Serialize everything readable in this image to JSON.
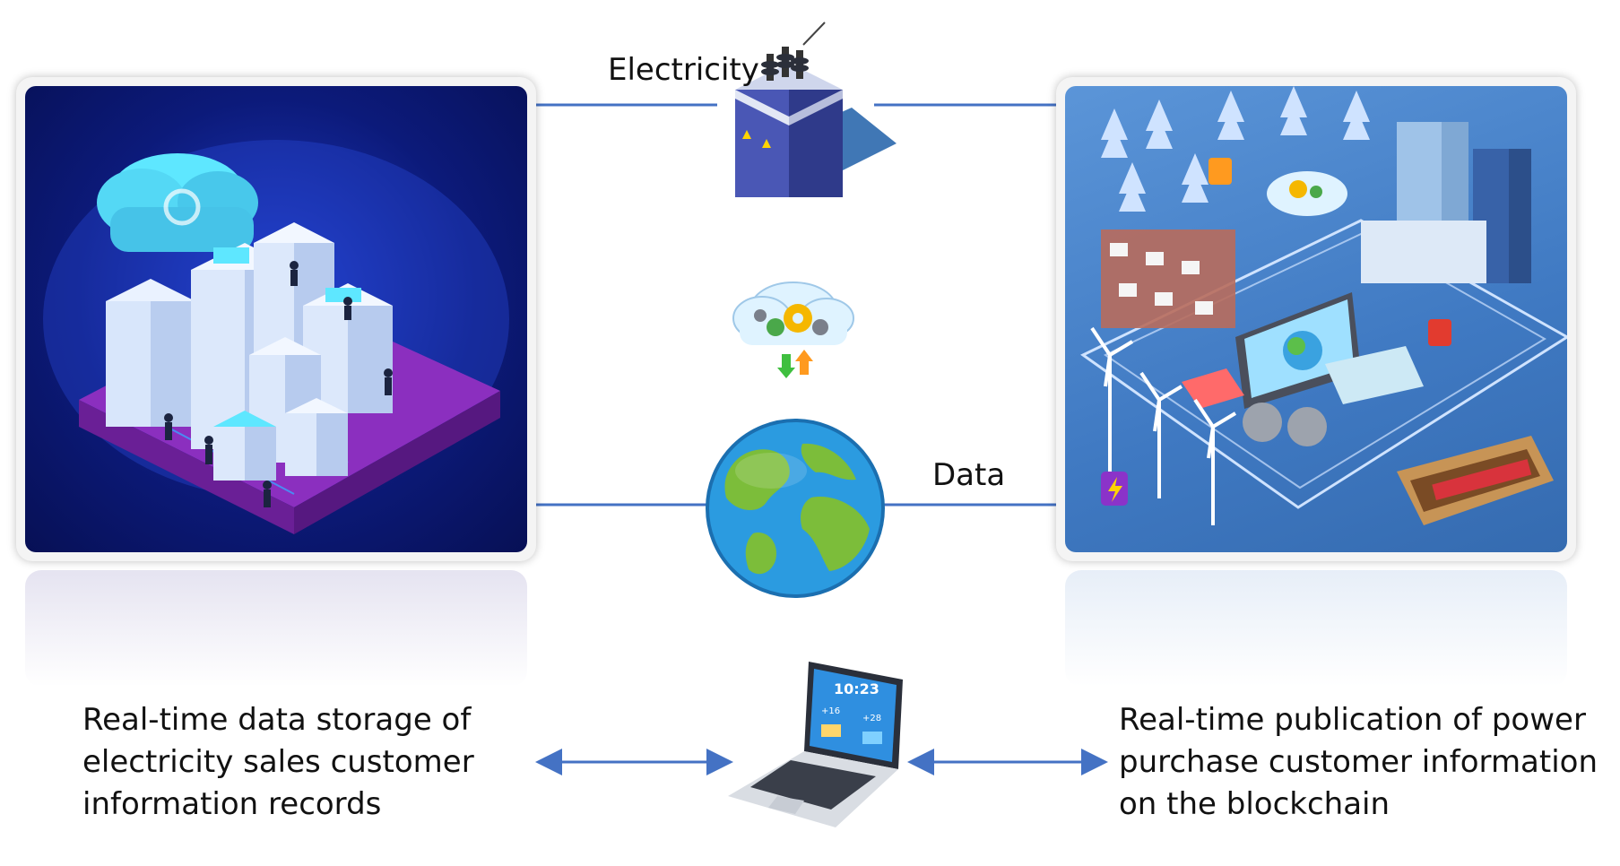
{
  "labels": {
    "electricity": "Electricity",
    "data": "Data",
    "left_caption": [
      "Real-time data storage of",
      "electricity sales customer",
      "information records"
    ],
    "right_caption": [
      "Real-time publication of power",
      "purchase customer information",
      "on the blockchain"
    ]
  },
  "laptop_screen": {
    "time": "10:23",
    "temp_1": "+16",
    "temp_2": "+28"
  },
  "colors": {
    "connector": "#4472c4",
    "left_panel": "#0c1a7a",
    "right_panel": "#3f79c2"
  },
  "icons": [
    "substation-icon",
    "cloud-gear-icon",
    "globe-icon",
    "laptop-icon",
    "data-center-illustration",
    "smart-city-illustration"
  ]
}
